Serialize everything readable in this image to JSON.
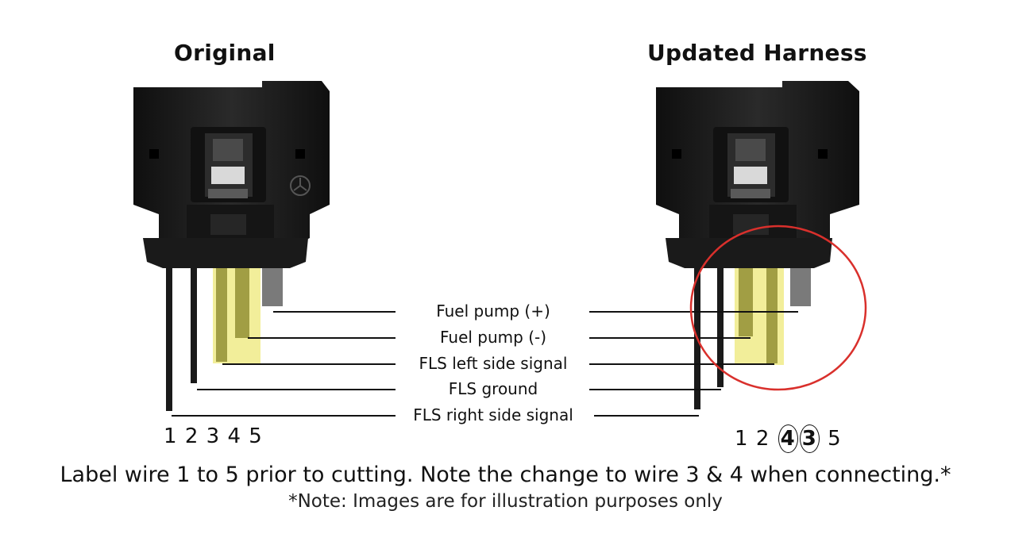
{
  "titles": {
    "left": "Original",
    "right": "Updated Harness"
  },
  "wire_labels": [
    {
      "id": "fuel-pump-pos",
      "text": "Fuel pump (+)"
    },
    {
      "id": "fuel-pump-neg",
      "text": "Fuel pump (-)"
    },
    {
      "id": "fls-left",
      "text": "FLS left side signal"
    },
    {
      "id": "fls-ground",
      "text": "FLS ground"
    },
    {
      "id": "fls-right",
      "text": "FLS right side signal"
    }
  ],
  "wire_numbers": {
    "left": [
      "1",
      "2",
      "3",
      "4",
      "5"
    ],
    "right": [
      "1",
      "2",
      "4",
      "3",
      "5"
    ],
    "right_highlighted": [
      "4",
      "3"
    ]
  },
  "footer": {
    "main": "Label wire 1 to 5 prior to cutting. Note the change to wire 3 & 4 when connecting.*",
    "note": "*Note: Images are for illustration purposes only"
  },
  "colors": {
    "connector": "#1c1c1c",
    "wire_black": "#1a1a1a",
    "wire_gray": "#7a7a7a",
    "highlight_yellow": "#f2ee9a",
    "circle_red": "#d9302c"
  }
}
